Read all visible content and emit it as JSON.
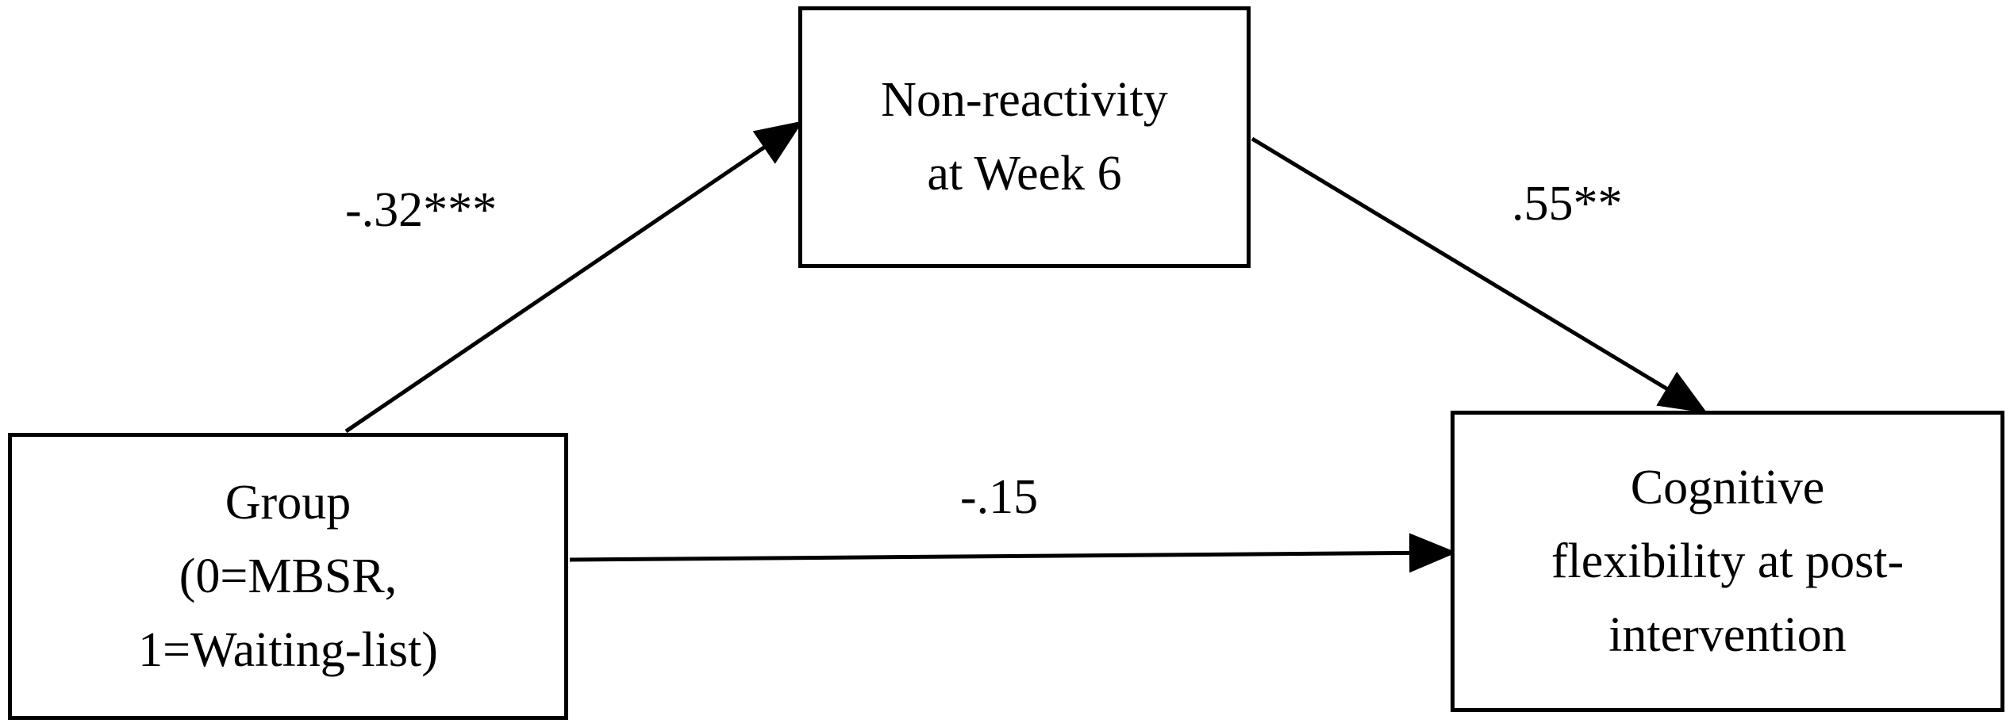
{
  "nodes": {
    "mediator": {
      "lines": [
        "Non-reactivity",
        "at Week 6"
      ]
    },
    "predictor": {
      "lines": [
        "Group",
        "(0=MBSR,",
        "1=Waiting-list)"
      ]
    },
    "outcome": {
      "lines": [
        "Cognitive",
        "flexibility at post-",
        "intervention"
      ]
    }
  },
  "paths": {
    "a": {
      "from": "predictor",
      "to": "mediator",
      "label": "-.32***"
    },
    "b": {
      "from": "mediator",
      "to": "outcome",
      "label": ".55**"
    },
    "c": {
      "from": "predictor",
      "to": "outcome",
      "label": "-.15"
    }
  },
  "colors": {
    "stroke": "#000000",
    "background": "#ffffff"
  }
}
